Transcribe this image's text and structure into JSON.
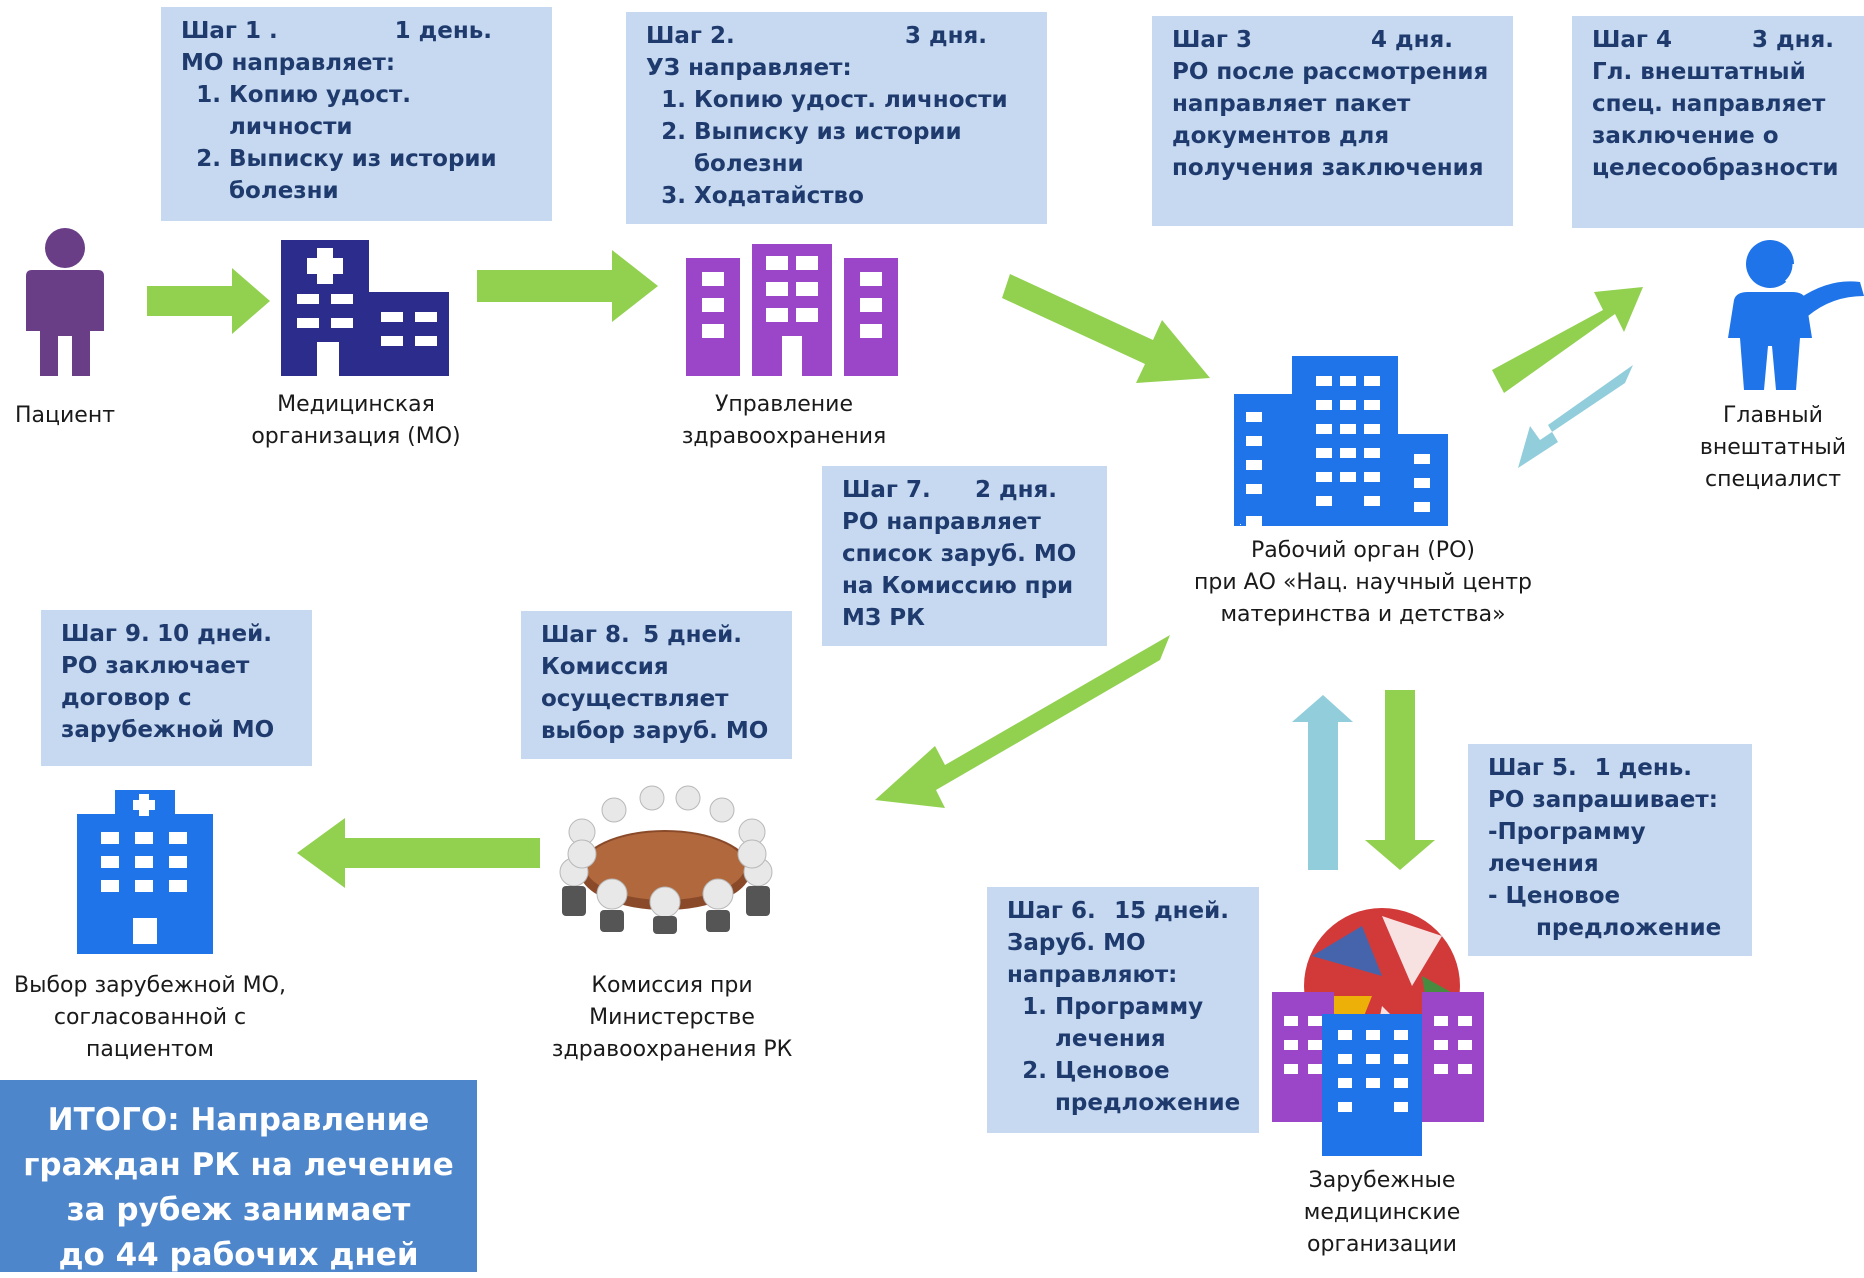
{
  "steps": {
    "s1": {
      "title": "Шаг 1 .",
      "days": "1 день.",
      "body": "МО направляет:",
      "items": [
        "Копию удост. личности",
        "Выписку из истории болезни"
      ]
    },
    "s2": {
      "title": "Шаг 2.",
      "days": "3 дня.",
      "body": "УЗ направляет:",
      "items": [
        "Копию удост. личности",
        "Выписку из истории болезни",
        "Ходатайство"
      ]
    },
    "s3": {
      "title": "Шаг 3",
      "days": "4 дня.",
      "body": "РО после рассмотрения направляет пакет документов для получения заключения"
    },
    "s4": {
      "title": "Шаг 4",
      "days": "3 дня.",
      "body": "Гл. внештатный спец. направляет заключение о целесообразности"
    },
    "s5": {
      "title": "Шаг 5.",
      "days": "1 день.",
      "body": "РО запрашивает:",
      "lines": [
        "-Программу лечения",
        "- Ценовое",
        "предложение"
      ]
    },
    "s6": {
      "title": "Шаг 6.",
      "days": "15 дней.",
      "body": "Заруб.  МО направляют:",
      "items": [
        "Программу лечения",
        "Ценовое предложение"
      ]
    },
    "s7": {
      "title": "Шаг 7.",
      "days": "2 дня.",
      "body": "РО направляет список заруб. МО на Комиссию при МЗ РК"
    },
    "s8": {
      "title": "Шаг 8.",
      "days": "5 дней.",
      "body": "Комиссия осуществляет выбор заруб. МО"
    },
    "s9": {
      "title": "Шаг 9.",
      "days": "10 дней.",
      "body": "РО заключает договор с зарубежной МО"
    }
  },
  "nodes": {
    "patient": "Пациент",
    "mo": "Медицинская организация (МО)",
    "uz": "Управление здравоохранения",
    "ro_1": "Рабочий орган (РО)",
    "ro_2": "при  АО «Нац. научный центр",
    "ro_3": "материнства и детства»",
    "specialist": "Главный внештатный специалист",
    "foreign": "Зарубежные медицинские организации",
    "commission": "Комиссия при Министерстве здравоохранения РК",
    "choice": "Выбор зарубежной МО, согласованной с пациентом"
  },
  "total": {
    "line1": "ИТОГО: Направление",
    "line2": "граждан РК на лечение",
    "line3": "за рубеж занимает",
    "line4": "до 44 рабочих дней"
  },
  "colors": {
    "step_bg": "#c6d9f0",
    "step_text": "#1f3b6e",
    "arrow_green": "#92d050",
    "arrow_blue": "#92cddc",
    "purple": "#9b45c8",
    "blue": "#1e74e8",
    "navy": "#2b2c8c",
    "total_bg": "#4e86cc"
  }
}
